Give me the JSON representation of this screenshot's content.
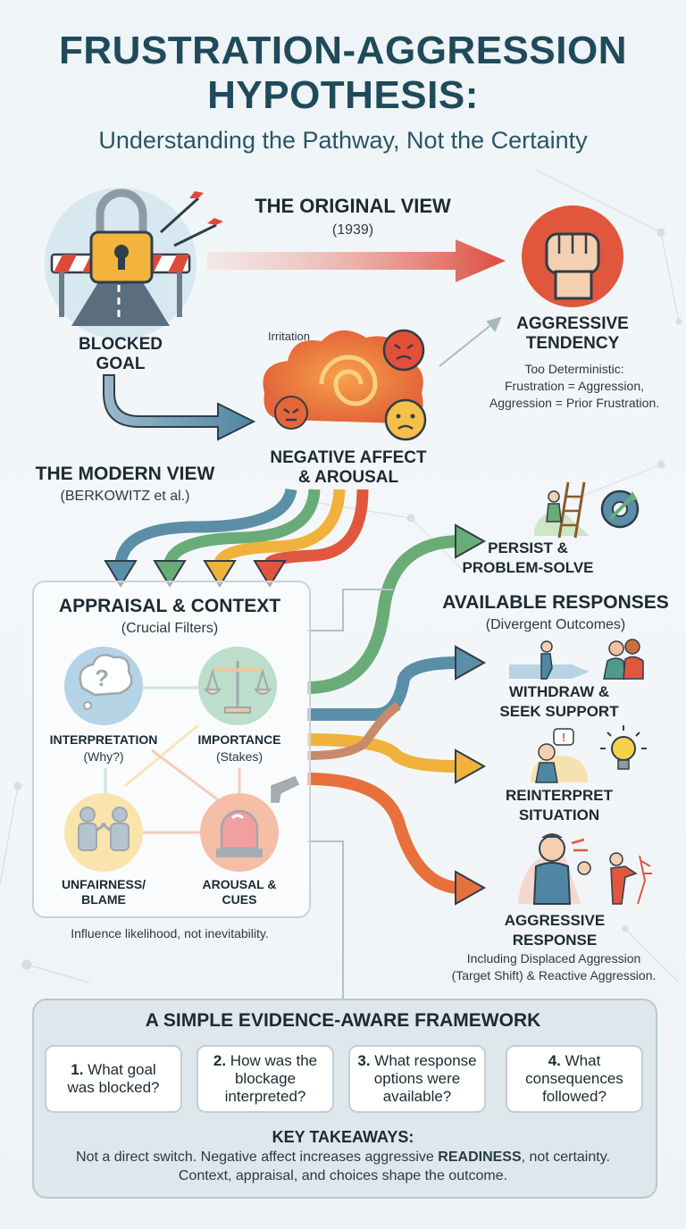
{
  "title_line1": "FRUSTRATION-AGGRESSION",
  "title_line2": "HYPOTHESIS:",
  "subtitle": "Understanding the Pathway, Not the Certainty",
  "original_view": {
    "title": "THE ORIGINAL VIEW",
    "year": "(1939)"
  },
  "blocked_goal": "BLOCKED\nGOAL",
  "aggressive_tendency": {
    "label": "AGGRESSIVE\nTENDENCY",
    "note": "Too Deterministic:\nFrustration = Aggression,\nAggression = Prior Frustration."
  },
  "irritation": "Irritation",
  "negative_affect": "NEGATIVE AFFECT\n& AROUSAL",
  "modern_view": {
    "title": "THE MODERN VIEW",
    "sub": "(BERKOWITZ et al.)"
  },
  "appraisal": {
    "title": "APPRAISAL & CONTEXT",
    "sub": "(Crucial Filters)",
    "nodes": [
      {
        "label": "INTERPRETATION",
        "sub": "(Why?)"
      },
      {
        "label": "IMPORTANCE",
        "sub": "(Stakes)"
      },
      {
        "label": "UNFAIRNESS/\nBLAME",
        "sub": ""
      },
      {
        "label": "AROUSAL &\nCUES",
        "sub": ""
      }
    ],
    "footer": "Influence likelihood, not inevitability."
  },
  "responses": {
    "title": "AVAILABLE RESPONSES",
    "sub": "(Divergent Outcomes)",
    "items": [
      "PERSIST &\nPROBLEM-SOLVE",
      "WITHDRAW &\nSEEK SUPPORT",
      "REINTERPRET\nSITUATION",
      "AGGRESSIVE\nRESPONSE"
    ],
    "aggressive_note": "Including Displaced Aggression\n(Target Shift) & Reactive Aggression."
  },
  "framework": {
    "title": "A SIMPLE EVIDENCE-AWARE FRAMEWORK",
    "steps": [
      {
        "num": "1.",
        "text": "What goal\nwas blocked?"
      },
      {
        "num": "2.",
        "text": "How was the\nblockage\ninterpreted?"
      },
      {
        "num": "3.",
        "text": "What response\noptions were\navailable?"
      },
      {
        "num": "4.",
        "text": "What\nconsequences\nfollowed?"
      }
    ],
    "takeaways_title": "KEY TAKEAWAYS:",
    "takeaway_pre": "Not a direct switch. Negative affect increases aggressive ",
    "takeaway_bold": "READINESS",
    "takeaway_post": ", not certainty.",
    "takeaway_line2": "Context, appraisal, and choices shape the outcome."
  },
  "colors": {
    "title": "#1f4a5a",
    "red_arrow": "#dc4a3c",
    "blue_arrow": "#4f86a4",
    "green_arrow": "#6aac78",
    "yellow_arrow": "#f0b23c",
    "orange_arrow": "#e8703c"
  }
}
